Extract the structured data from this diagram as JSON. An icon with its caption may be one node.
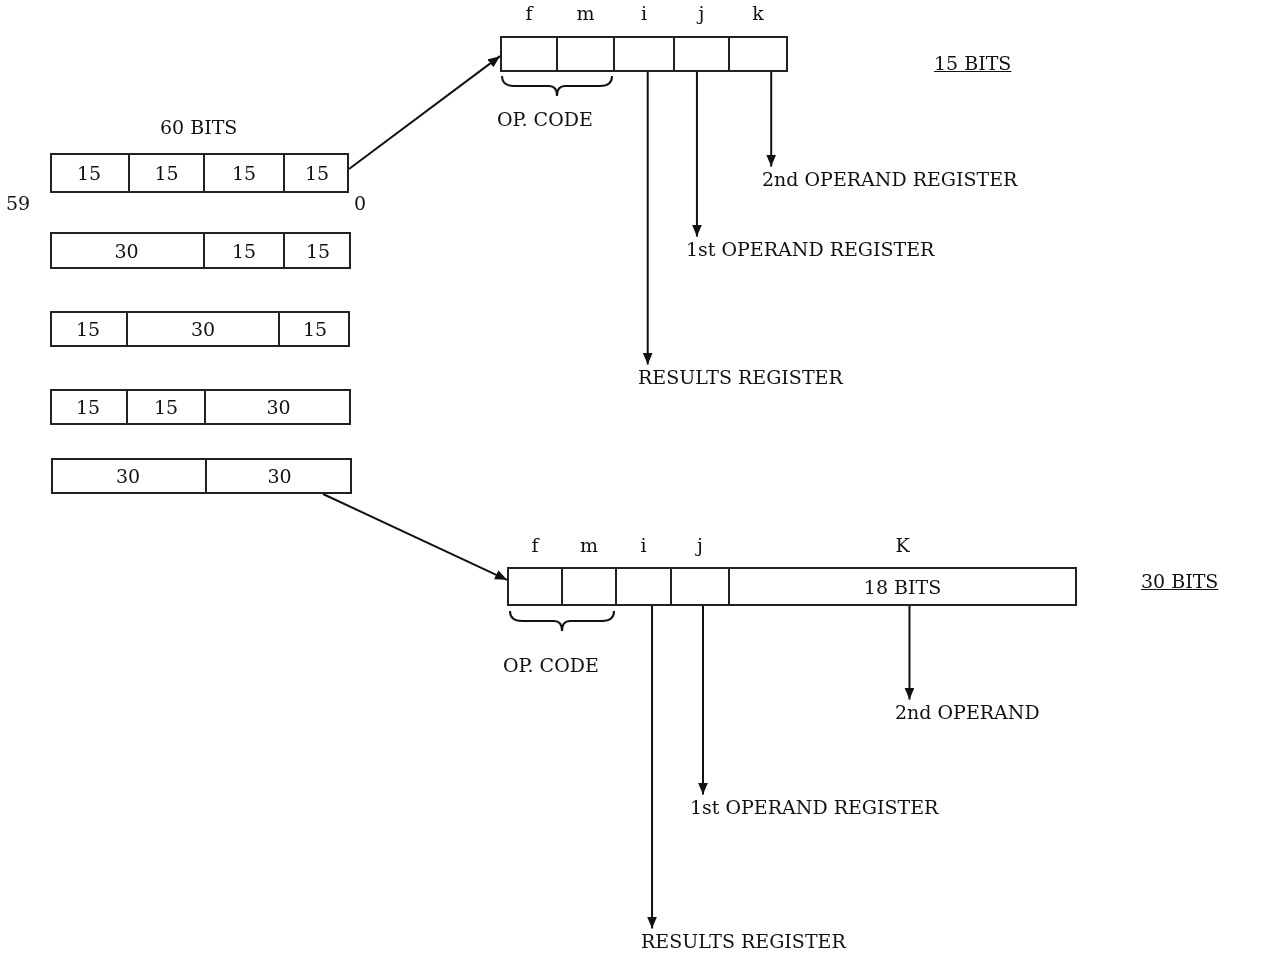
{
  "diagram": {
    "nodes": [
      {
        "text": [],
        "shape": "bar"
      },
      {
        "text": [
          "15"
        ],
        "in": 0
      },
      {
        "text": [
          "15"
        ],
        "in": 0
      },
      {
        "text": [
          "15"
        ],
        "in": 0
      },
      {
        "text": [
          "15"
        ],
        "in": 0
      },
      {
        "text": [],
        "shape": "bar"
      },
      {
        "text": [
          "30"
        ],
        "in": 5
      },
      {
        "text": [
          "15"
        ],
        "in": 5
      },
      {
        "text": [
          "15"
        ],
        "in": 5
      },
      {
        "text": [],
        "shape": "bar"
      },
      {
        "text": [
          "15"
        ],
        "in": 9
      },
      {
        "text": [
          "30"
        ],
        "in": 9
      },
      {
        "text": [
          "15"
        ],
        "in": 9
      },
      {
        "text": [],
        "shape": "bar"
      },
      {
        "text": [
          "15"
        ],
        "in": 13
      },
      {
        "text": [
          "15"
        ],
        "in": 13
      },
      {
        "text": [
          "30"
        ],
        "in": 13
      },
      {
        "text": [],
        "shape": "bar"
      },
      {
        "text": [
          "30"
        ],
        "in": 17
      },
      {
        "text": [
          "30"
        ],
        "in": 17
      },
      {
        "text": [
          "f"
        ]
      },
      {
        "text": [
          "m"
        ]
      },
      {
        "text": [
          "i"
        ]
      },
      {
        "text": [
          "j"
        ]
      },
      {
        "text": [
          "k"
        ]
      },
      {
        "text": [
          "RESULTS REGISTER"
        ]
      },
      {
        "text": [
          "1st OPERAND REGISTER"
        ]
      },
      {
        "text": [
          "2nd OPERAND REGISTER"
        ]
      },
      {
        "text": [
          "f"
        ]
      },
      {
        "text": [
          "m"
        ]
      },
      {
        "text": [
          "i"
        ]
      },
      {
        "text": [
          "j"
        ]
      },
      {
        "text": [
          "K",
          "18 BITS"
        ]
      },
      {
        "text": [
          "2nd OPERAND"
        ]
      },
      {
        "text": [
          "1st OPERAND REGISTER"
        ]
      },
      {
        "text": [
          "RESULTS REGISTER"
        ]
      }
    ],
    "edges": [
      {
        "from": 0,
        "to": 20,
        "arrow": "to"
      },
      {
        "from": 19,
        "to": 28,
        "arrow": "to"
      },
      {
        "from": 22,
        "to": 25,
        "arrow": "to"
      },
      {
        "from": 23,
        "to": 26,
        "arrow": "to"
      },
      {
        "from": 24,
        "to": 27,
        "arrow": "to"
      },
      {
        "from": 32,
        "to": 33,
        "arrow": "to"
      },
      {
        "from": 31,
        "to": 34,
        "arrow": "to"
      },
      {
        "from": 30,
        "to": 35,
        "arrow": "to"
      }
    ],
    "labels": [
      "60 BITS",
      "59",
      "0",
      "OP. CODE",
      "15 BITS",
      "OP. CODE",
      "30 BITS"
    ]
  }
}
